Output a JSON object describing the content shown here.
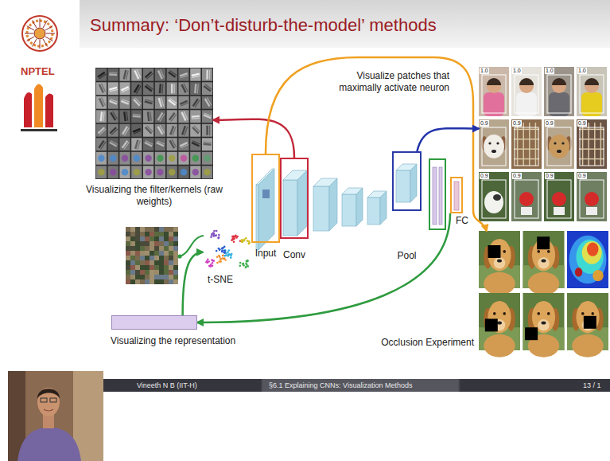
{
  "diagram": {
    "title": "Summary: ‘Don’t-disturb-the-model’ methods",
    "nodes": [
      {
        "text": [
          "Visualizing the filter/kernels (raw weights)"
        ]
      },
      {
        "text": [
          "Visualize patches that maximally activate neuron"
        ]
      },
      {
        "text": [
          "Input"
        ]
      },
      {
        "text": [
          "Conv"
        ]
      },
      {
        "text": [
          "Pool"
        ]
      },
      {
        "text": [
          "FC"
        ]
      },
      {
        "text": [
          "t-SNE"
        ]
      },
      {
        "text": [
          "Visualizing the representation"
        ]
      },
      {
        "text": [
          "Occlusion Experiment"
        ]
      }
    ],
    "edges": [
      {
        "from": 3,
        "to": 0,
        "arrow": "to"
      },
      {
        "from": 2,
        "to": 8,
        "arrow": "to"
      },
      {
        "from": 4,
        "to": 1,
        "arrow": "to"
      },
      {
        "from": 5,
        "to": 7,
        "arrow": "to"
      },
      {
        "from": 7,
        "to": 6,
        "arrow": "to"
      }
    ],
    "labels": [
      "NPTEL",
      "Vineeth N B (IIT-H)",
      "§6.1 Explaining CNNs: Visualization Methods",
      "13 / 1",
      "1.0",
      "1.0",
      "1.0",
      "1.0",
      "0.9",
      "0.9",
      "0.9",
      "0.9",
      "0.9",
      "0.9",
      "0.9",
      "0.9"
    ]
  }
}
